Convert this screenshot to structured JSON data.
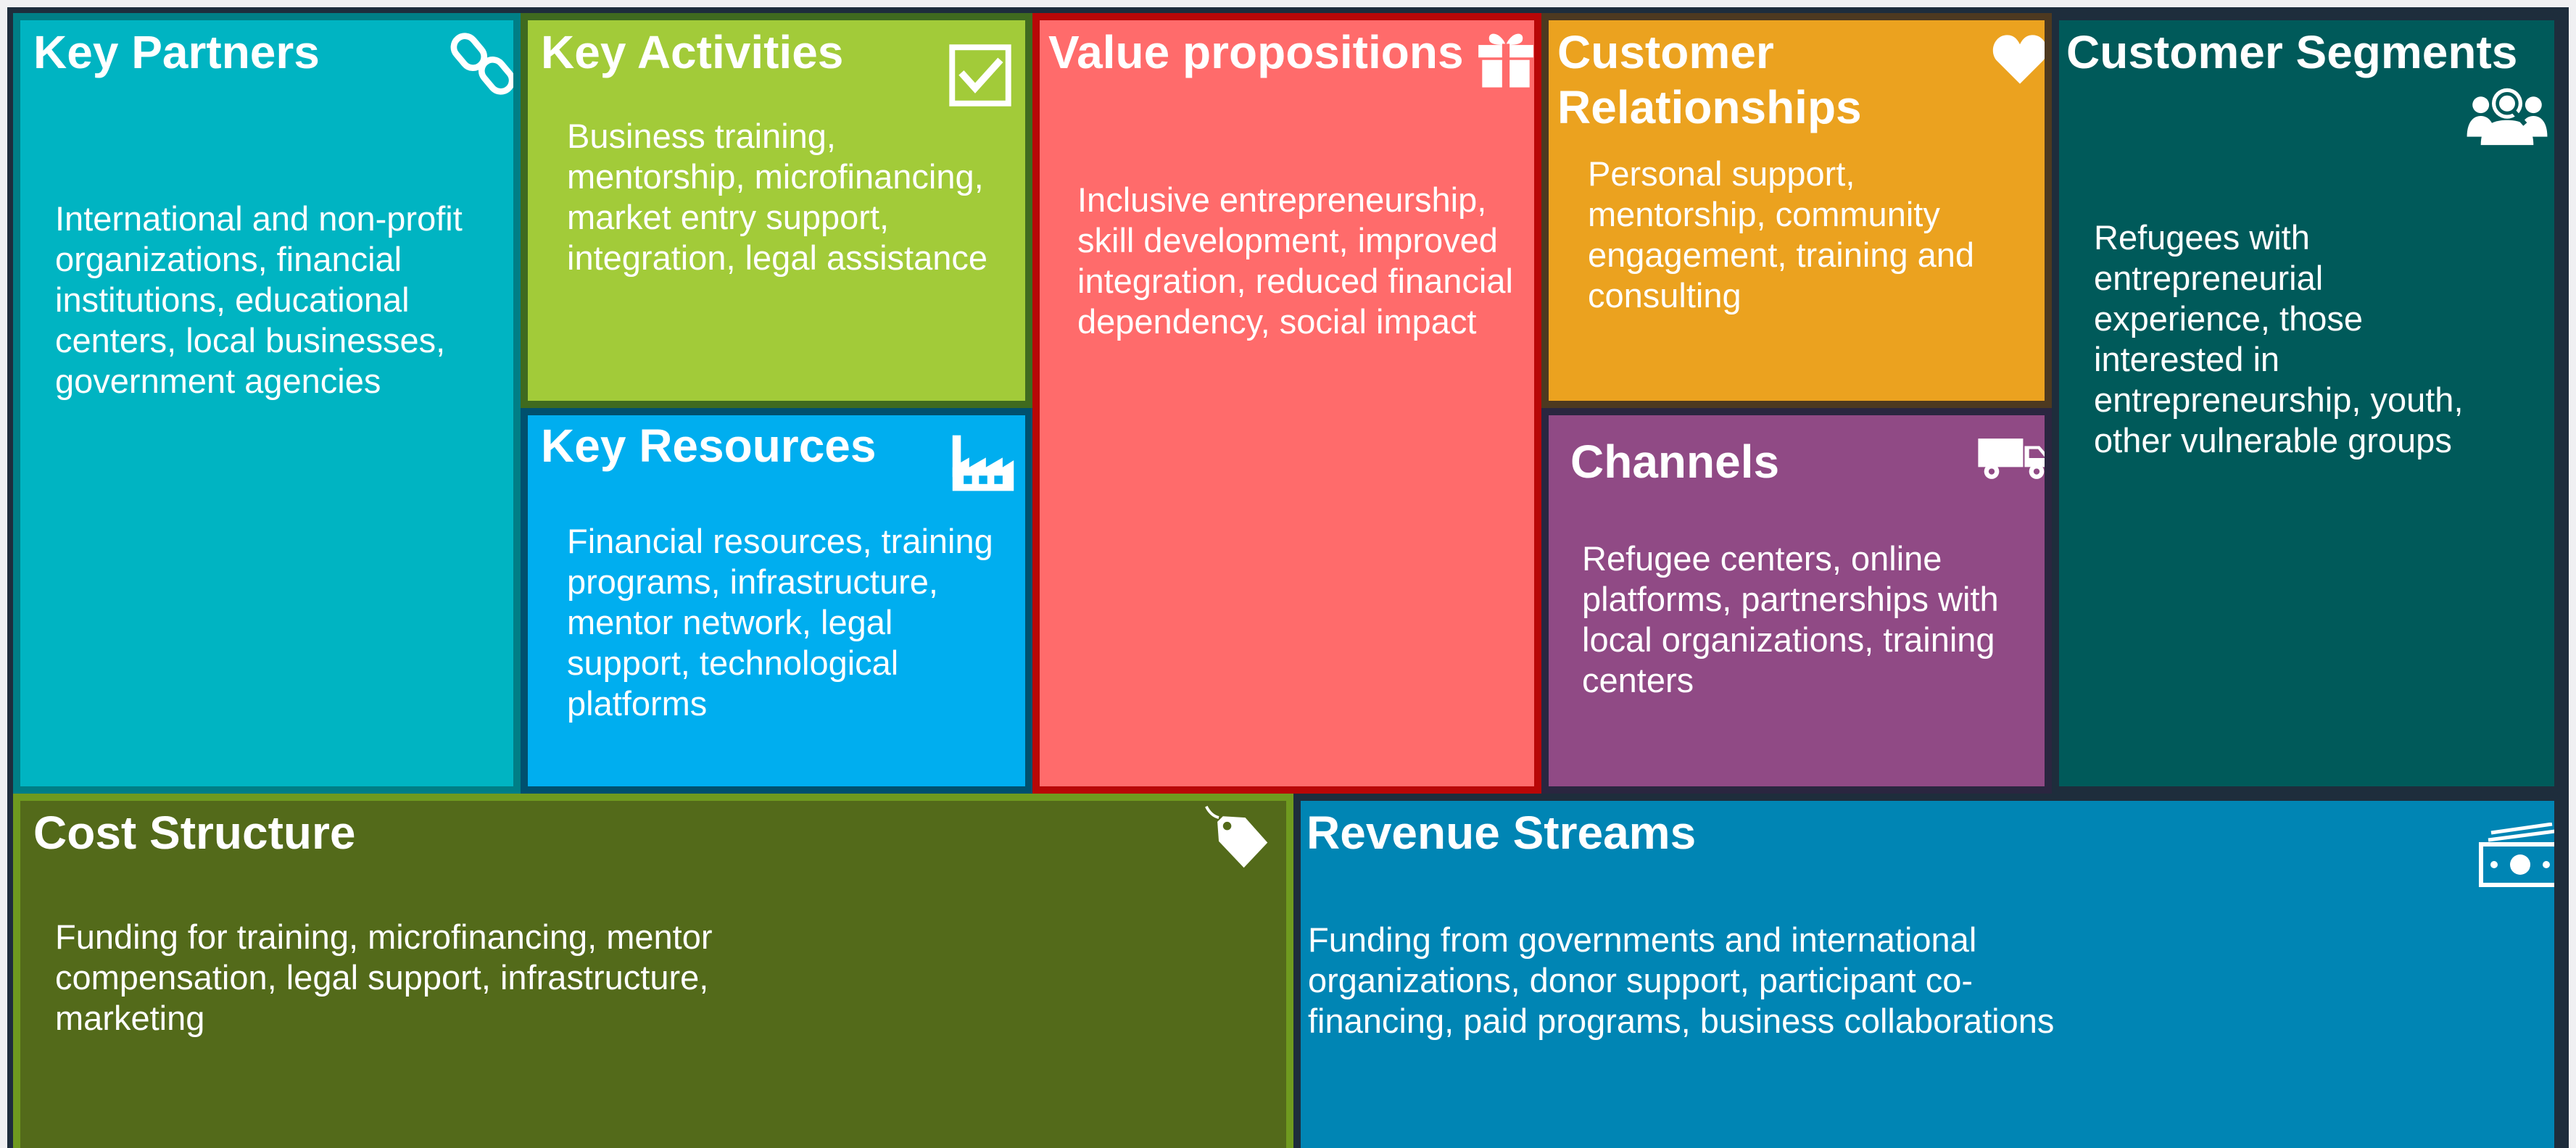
{
  "canvas": {
    "key_partners": {
      "title": "Key Partners",
      "text": "International and non-profit organizations, financial institutions, educational centers, local businesses, government agencies",
      "icon": "link-icon",
      "color": "#00b4c2"
    },
    "key_activities": {
      "title": "Key Activities",
      "text": "Business training, mentorship, microfinancing, market entry support, integration, legal assistance",
      "icon": "checkbox-icon",
      "color": "#a2cb39"
    },
    "key_resources": {
      "title": "Key Resources",
      "text": "Financial resources, training programs, infrastructure, mentor network, legal support, technological platforms",
      "icon": "factory-icon",
      "color": "#00aeef"
    },
    "value_propositions": {
      "title": "Value propositions",
      "text": "Inclusive entrepreneurship, skill development, improved integration, reduced financial dependency, social impact",
      "icon": "gift-icon",
      "color": "#ff6b6b"
    },
    "customer_relationships": {
      "title": "Customer Relationships",
      "text": "Personal support, mentorship, community engagement, training and consulting",
      "icon": "heart-icon",
      "color": "#eba21f"
    },
    "channels": {
      "title": "Channels",
      "text": "Refugee centers, online platforms, partnerships with local organizations, training centers",
      "icon": "truck-icon",
      "color": "#904a85"
    },
    "customer_segments": {
      "title": "Customer Segments",
      "text": "Refugees with entrepreneurial experience, those interested in entrepreneurship, youth, other vulnerable groups",
      "icon": "user-group-icon",
      "color": "#005a5a"
    },
    "cost_structure": {
      "title": "Cost Structure",
      "text": "Funding for training, microfinancing, mentor compensation, legal support, infrastructure, marketing",
      "icon": "price-tag-icon",
      "color": "#536a1a"
    },
    "revenue_streams": {
      "title": "Revenue Streams",
      "text": "Funding from governments and international organizations, donor support, participant co-financing, paid programs, business collaborations",
      "icon": "money-icon",
      "color": "#0085b4"
    }
  }
}
